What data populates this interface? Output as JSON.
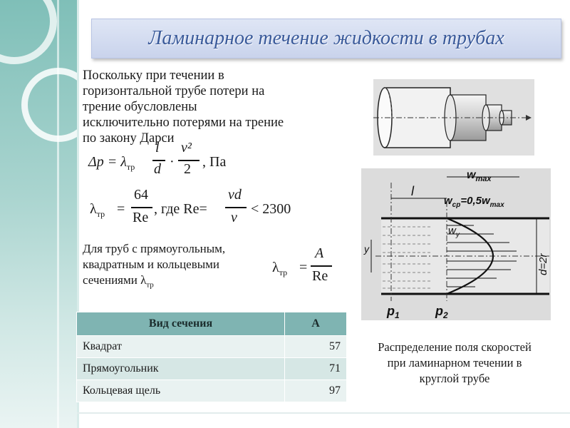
{
  "slide": {
    "title": "Ламинарное течение жидкости в трубах",
    "intro": "Поскольку при течении в горизонтальной трубе потери на трение обусловлены исключительно потерями на трение по закону Дарси",
    "eq1": {
      "lhs": "Δp = λ",
      "lhs_sub": "тр",
      "l": "l",
      "d": "d",
      "v2": "v²",
      "two": "2",
      "unit": ", Па"
    },
    "eq2": {
      "lam": "λ",
      "lam_sub": "тр",
      "eq": "=",
      "num": "64",
      "den": "Re",
      "mid": ", где Re=",
      "vd": "vd",
      "nu": "ν",
      "tail": "< 2300"
    },
    "rect_note": "Для труб с прямоугольным, квадратным и кольцевыми сечениями λ",
    "rect_note_sub": "тр",
    "eq3": {
      "lam": "λ",
      "lam_sub": "тр",
      "eq": "=",
      "num": "A",
      "den": "Re"
    },
    "table": {
      "headers": [
        "Вид сечения",
        "A"
      ],
      "rows": [
        [
          "Квадрат",
          "57"
        ],
        [
          "Прямоугольник",
          "71"
        ],
        [
          "Кольцевая щель",
          "97"
        ]
      ]
    },
    "fig2": {
      "wmax": "w",
      "wmax_sub": "max",
      "wcp": "w",
      "wcp_sub": "ср",
      "wcp_eq": "=0,5w",
      "wcp_eq_sub": "max",
      "l": "l",
      "wy": "w",
      "wy_sub": "y",
      "y": "y",
      "d": "d=2r",
      "p1": "p",
      "p1_sub": "1",
      "p2": "p",
      "p2_sub": "2"
    },
    "caption": "Распределение поля скоростей при ламинарном течении в круглой трубе"
  }
}
